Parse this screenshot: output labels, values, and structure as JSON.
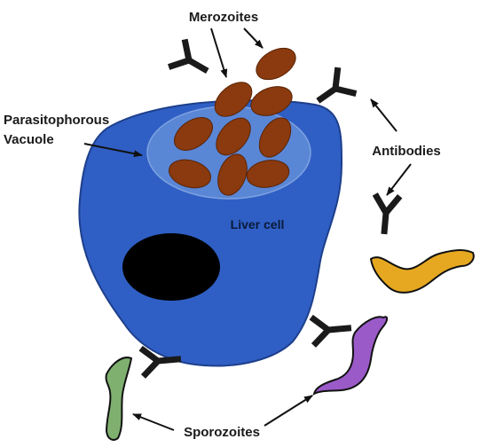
{
  "labels": {
    "merozoites": "Merozoites",
    "vacuole_line1": "Parasitophorous",
    "vacuole_line2": "Vacuole",
    "antibodies": "Antibodies",
    "liver_cell": "Liver cell",
    "sporozoites": "Sporozoites"
  },
  "colors": {
    "cell": "#2f5fc4",
    "vacuole": "#5a86d6",
    "nucleus": "#000000",
    "merozoite": "#8a3a0e",
    "antibody": "#1a1a1a",
    "sporozoite_yellow": "#e6a820",
    "sporozoite_purple": "#9a5ac8",
    "sporozoite_green": "#7fb070"
  }
}
